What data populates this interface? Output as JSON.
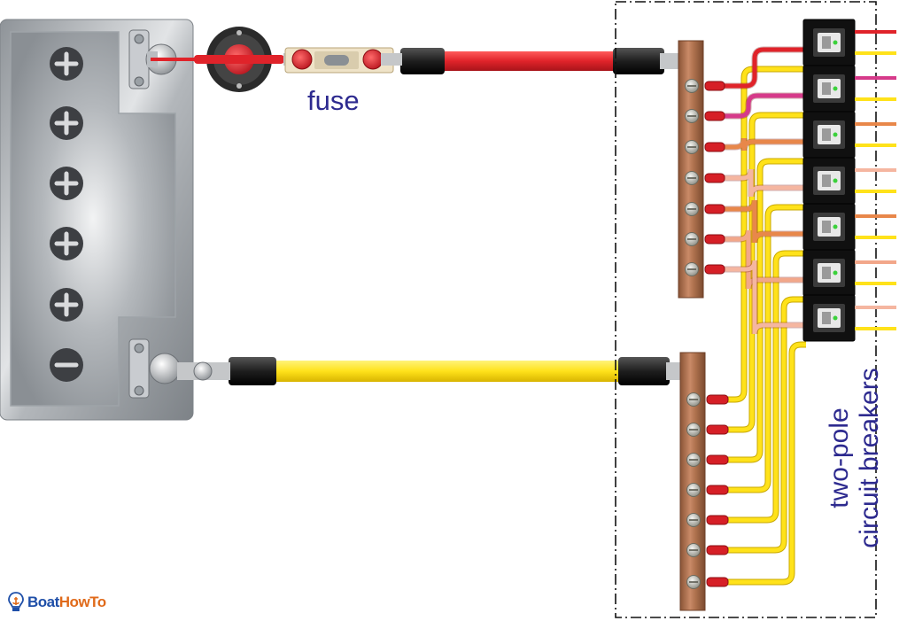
{
  "labels": {
    "fuse": "fuse",
    "breakers_line1": "two-pole",
    "breakers_line2": "circuit breakers"
  },
  "brand": {
    "part1": "Boat",
    "part2": "HowTo",
    "icon": "lightbulb-anchor-icon",
    "colors": {
      "primary": "#1f4fa8",
      "accent": "#e06a1a"
    }
  },
  "colors": {
    "positive_wire": "#e0232a",
    "negative_wire": "#ffe21a",
    "bus_bar": "#a0694a",
    "label": "#2d2a8f",
    "branch_wires": [
      "#e0232a",
      "#d63a8a",
      "#e8874a",
      "#f5b6a0",
      "#e8874a",
      "#f2a78a",
      "#f5b6a0"
    ]
  },
  "components": {
    "battery_terminals": [
      "positive",
      "negative"
    ],
    "battery_cells": 6,
    "breaker_count": 7,
    "bus_terminals": 7
  }
}
